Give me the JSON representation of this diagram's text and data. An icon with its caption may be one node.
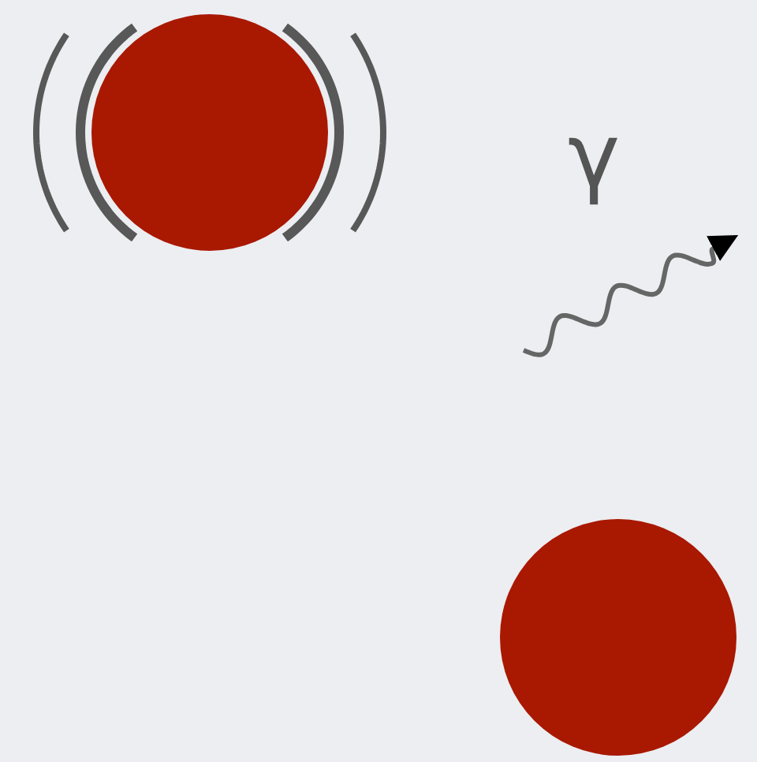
{
  "diagram": {
    "nodes": [
      {
        "text": [],
        "shape": "circle"
      },
      {
        "text": [],
        "shape": "circle"
      }
    ],
    "labels": [
      "γ"
    ]
  }
}
